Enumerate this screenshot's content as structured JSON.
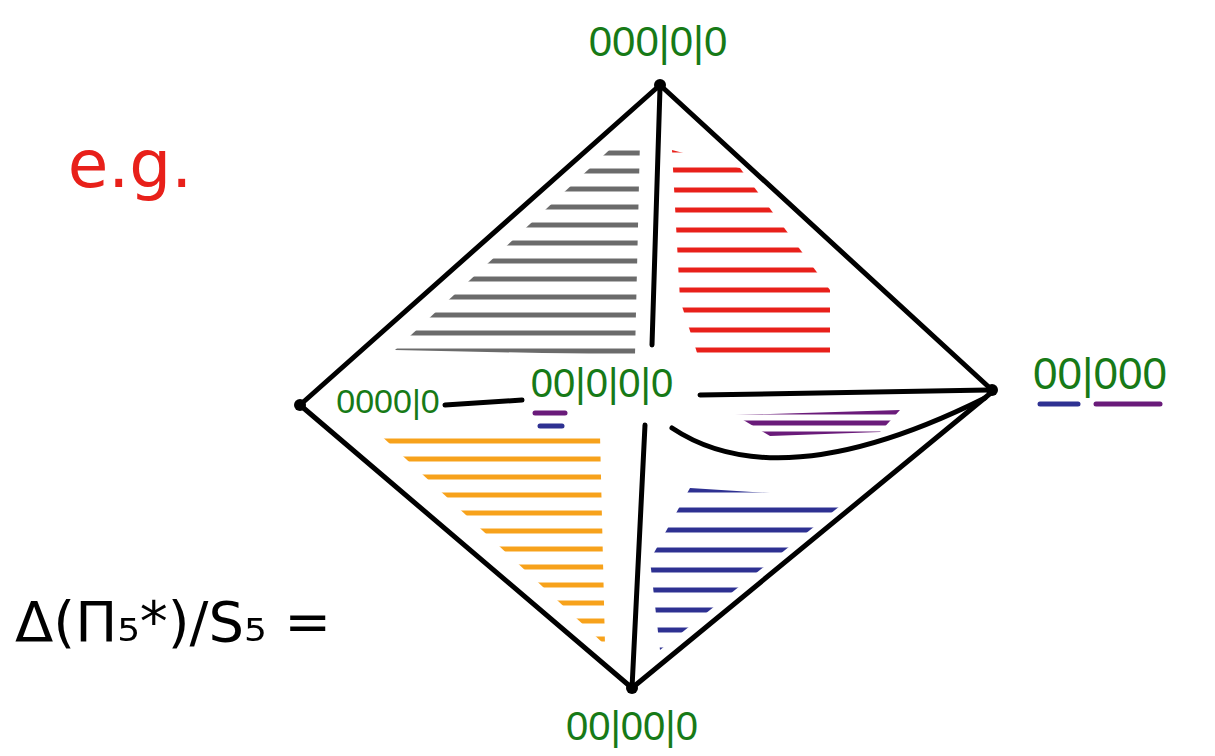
{
  "diagram": {
    "labels": [
      "e.g.",
      "000|0|0",
      "0000|0",
      "00|0|0|0",
      "00|000",
      "Δ(Π₅*)/S₅ =",
      "00|00|0"
    ]
  }
}
